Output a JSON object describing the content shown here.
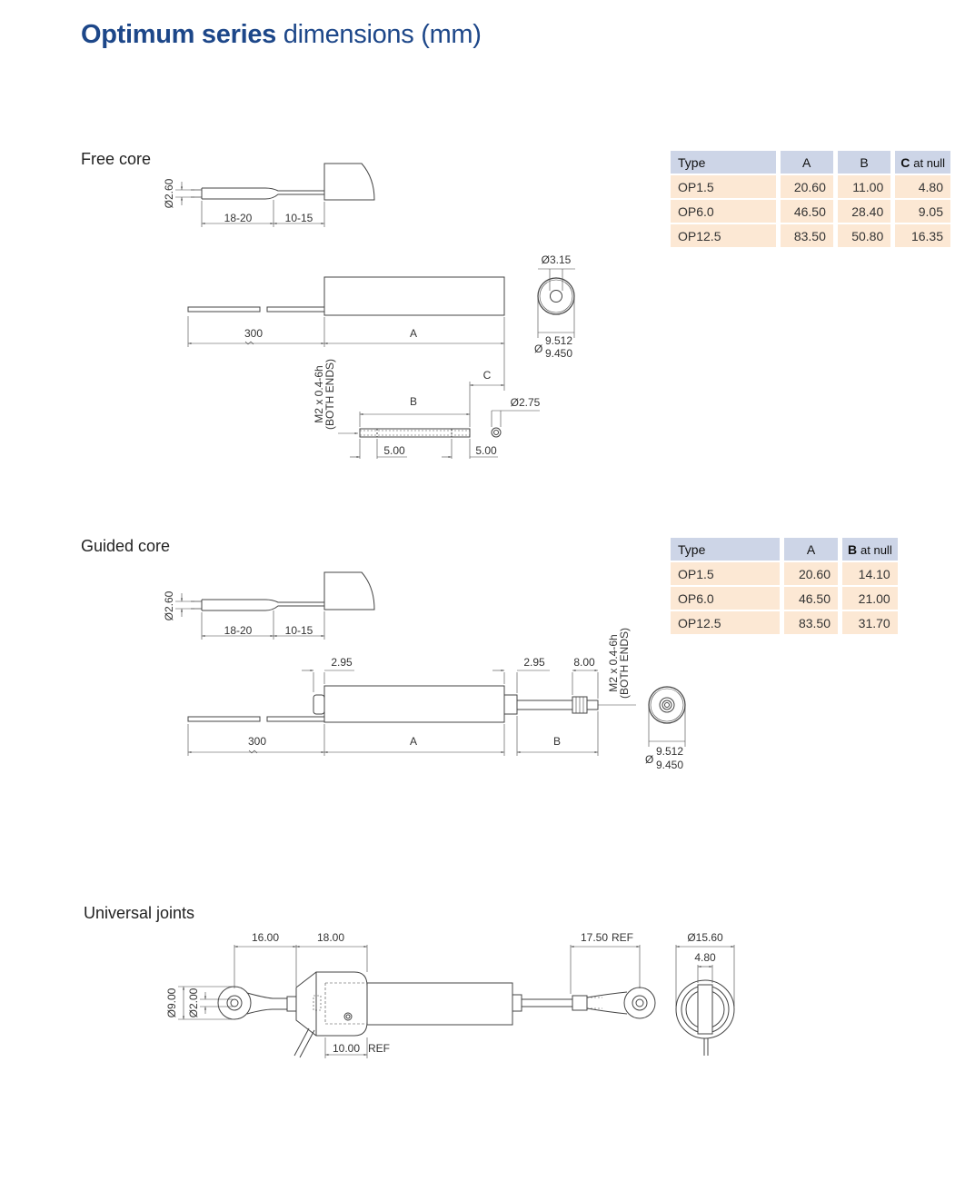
{
  "title": {
    "bold": "Optimum series",
    "light": "dimensions (mm)"
  },
  "sections": {
    "free_core": "Free core",
    "guided_core": "Guided core",
    "universal_joints": "Universal joints"
  },
  "free_table": {
    "headers": {
      "type": "Type",
      "a": "A",
      "b": "B",
      "c_letter": "C",
      "c_suffix": "at null"
    },
    "rows": [
      {
        "type": "OP1.5",
        "a": "20.60",
        "b": "11.00",
        "c": "4.80"
      },
      {
        "type": "OP6.0",
        "a": "46.50",
        "b": "28.40",
        "c": "9.05"
      },
      {
        "type": "OP12.5",
        "a": "83.50",
        "b": "50.80",
        "c": "16.35"
      }
    ]
  },
  "guided_table": {
    "headers": {
      "type": "Type",
      "a": "A",
      "b_letter": "B",
      "b_suffix": "at null"
    },
    "rows": [
      {
        "type": "OP1.5",
        "a": "20.60",
        "b": "14.10"
      },
      {
        "type": "OP6.0",
        "a": "46.50",
        "b": "21.00"
      },
      {
        "type": "OP12.5",
        "a": "83.50",
        "b": "31.70"
      }
    ]
  },
  "dims": {
    "cable_dia": "Ø2.60",
    "strip_1": "18-20",
    "strip_2": "10-15",
    "cable_len": "300",
    "body_a": "A",
    "bore": "Ø3.15",
    "dia_sym": "Ø",
    "od_max": "9.512",
    "od_min": "9.450",
    "core_b": "B",
    "core_c": "C",
    "thread": "M2 x 0.4-6h",
    "both_ends": "(BOTH ENDS)",
    "core_dia": "Ø2.75",
    "thread_len": "5.00",
    "g_end": "2.95",
    "g_rod": "8.00",
    "uj_16": "16.00",
    "uj_18": "18.00",
    "uj_1750": "17.50",
    "ref": "REF",
    "uj_1560": "Ø15.60",
    "uj_480": "4.80",
    "uj_900": "Ø9.00",
    "uj_200": "Ø2.00",
    "uj_1000": "10.00"
  }
}
